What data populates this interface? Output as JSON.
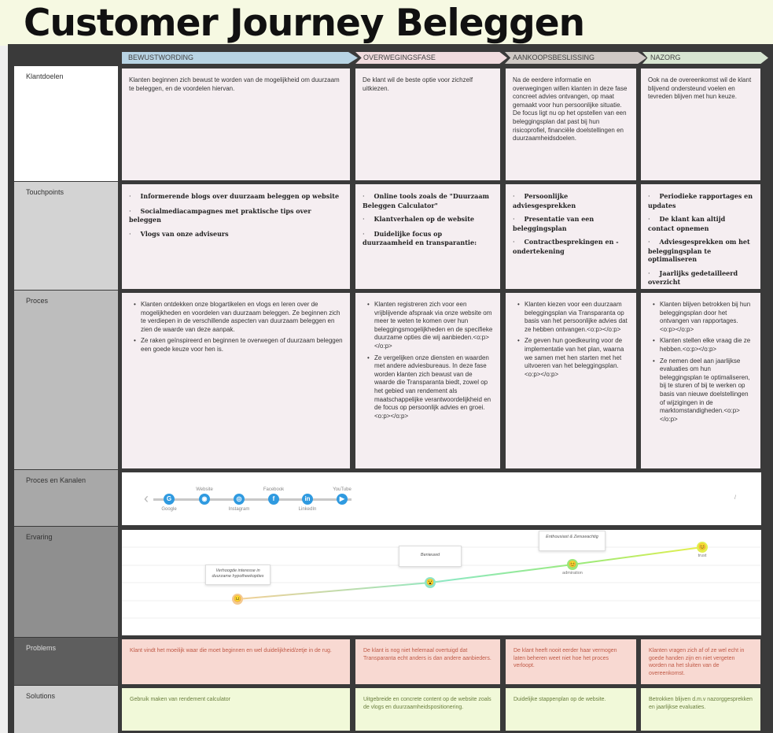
{
  "title": "Customer Journey Beleggen",
  "phases": [
    "BEWUSTWORDING",
    "OVERWEGINGSFASE",
    "AANKOOPSBESLISSING",
    "NAZORG"
  ],
  "rows": {
    "klantdoelen": "Klantdoelen",
    "touchpoints": "Touchpoints",
    "proces": "Proces",
    "kanalen": "Proces en Kanalen",
    "ervaring": "Ervaring",
    "problems": "Problems",
    "solutions": "Solutions"
  },
  "klantdoelen": [
    "Klanten beginnen zich bewust te worden van de mogelijkheid om duurzaam te beleggen, en de voordelen hiervan.",
    "De klant wil de beste optie voor zichzelf uitkiezen.",
    "Na de eerdere informatie en overwegingen willen klanten in deze fase concreet advies ontvangen, op maat gemaakt voor hun persoonlijke situatie. De focus ligt nu op het opstellen van een beleggingsplan dat past bij hun risicoprofiel, financiële doelstellingen en duurzaamheidsdoelen.",
    "Ook na de overeenkomst wil de klant blijvend ondersteund voelen en tevreden blijven met hun keuze."
  ],
  "touchpoints": [
    [
      "Informerende blogs over duurzaam beleggen op website",
      "Socialmediacampagnes met praktische tips over beleggen",
      "Vlogs van onze adviseurs"
    ],
    [
      "Online tools zoals de \"Duurzaam Beleggen Calculator\"",
      "Klantverhalen op de website",
      "Duidelijke focus op duurzaamheid en transparantie:"
    ],
    [
      "Persoonlijke adviesgesprekken",
      "Presentatie van een beleggingsplan",
      "Contractbesprekingen en -ondertekening"
    ],
    [
      "Periodieke rapportages en updates",
      "De klant kan altijd contact opnemen",
      "Adviesgesprekken om het beleggingsplan te optimaliseren",
      "Jaarlijks gedetailleerd overzicht"
    ]
  ],
  "proces": [
    [
      "Klanten ontdekken onze blogartikelen en vlogs en leren over de mogelijkheden en voordelen van duurzaam beleggen. Ze beginnen zich te verdiepen in de verschillende aspecten van duurzaam beleggen en zien de waarde van deze aanpak.",
      "Ze raken geïnspireerd en beginnen te overwegen of duurzaam beleggen een goede keuze voor hen is."
    ],
    [
      "Klanten registreren zich voor een vrijblijvende afspraak via onze website om meer te weten te komen over hun beleggingsmogelijkheden en de specifieke duurzame opties die wij aanbieden.<o:p></o:p>",
      "Ze vergelijken onze diensten en waarden met andere adviesbureaus. In deze fase worden klanten zich bewust van de waarde die Transparanta biedt, zowel op het gebied van rendement als maatschappelijke verantwoordelijkheid en de focus op persoonlijk advies en groei.<o:p></o:p>"
    ],
    [
      "Klanten kiezen voor een duurzaam beleggingsplan via Transparanta op basis van het persoonlijke advies dat ze hebben ontvangen.<o:p></o:p>",
      "Ze geven hun goedkeuring voor de implementatie van het plan, waarna we samen met hen starten met het uitvoeren van het beleggingsplan.<o:p></o:p>"
    ],
    [
      "Klanten blijven betrokken bij hun beleggingsplan door het ontvangen van rapportages.<o:p></o:p>",
      "Klanten stellen elke vraag die ze hebben.<o:p></o:p>",
      "Ze nemen deel aan jaarlijkse evaluaties om hun beleggingsplan te optimaliseren, bij te sturen of bij te werken op basis van nieuwe doelstellingen of wijzigingen in de marktomstandigheden.<o:p></o:p>"
    ]
  ],
  "channels": {
    "icons": [
      "G",
      "◉",
      "◎",
      "f",
      "in",
      "▶"
    ],
    "top_labels": [
      "Website",
      "Facebook",
      "YouTube"
    ],
    "bottom_labels": [
      "Google",
      "Instagram",
      "LinkedIn"
    ],
    "arrow": "‹",
    "end_mark": "/"
  },
  "ervaring": {
    "notes": [
      "Verhoogde interesse in duurzame hypotheekopties",
      "Benieuwd",
      "Enthousiast & Zenuwachtig"
    ],
    "labels": [
      "admiration",
      "trust"
    ],
    "faces": [
      "😐",
      "😮",
      "😊",
      "😊"
    ]
  },
  "problems": [
    "Klant vindt het moeilijk waar die moet beginnen en wel duidelijkheid/zetje in de rug.",
    "De klant is nog niet helemaal overtuigd dat Transparanta echt anders is dan andere aanbieders.",
    "De klant heeft nooit eerder haar vermogen laten beheren weet niet hoe het proces verloopt.",
    "Klanten vragen zich af of ze wel echt in goede handen zijn en niet vergeten worden na het sluiten van de overeenkomst."
  ],
  "solutions": [
    "Gebruik maken van rendement calculator",
    "Uitgebreide en concrete content op de website zoals de vlogs en duurzaamheidspositionering.",
    "Duidelijke stappenplan op de website.",
    "Betrokken blijven d.m.v nazorggesprekken en jaarlijkse evaluaties."
  ],
  "colors": {
    "board": "#3a3a3a",
    "cell": "#f5eef1",
    "problem": "#f8d9d2",
    "solution": "#f1f9d9",
    "channel_icon": "#2f9ae0"
  }
}
